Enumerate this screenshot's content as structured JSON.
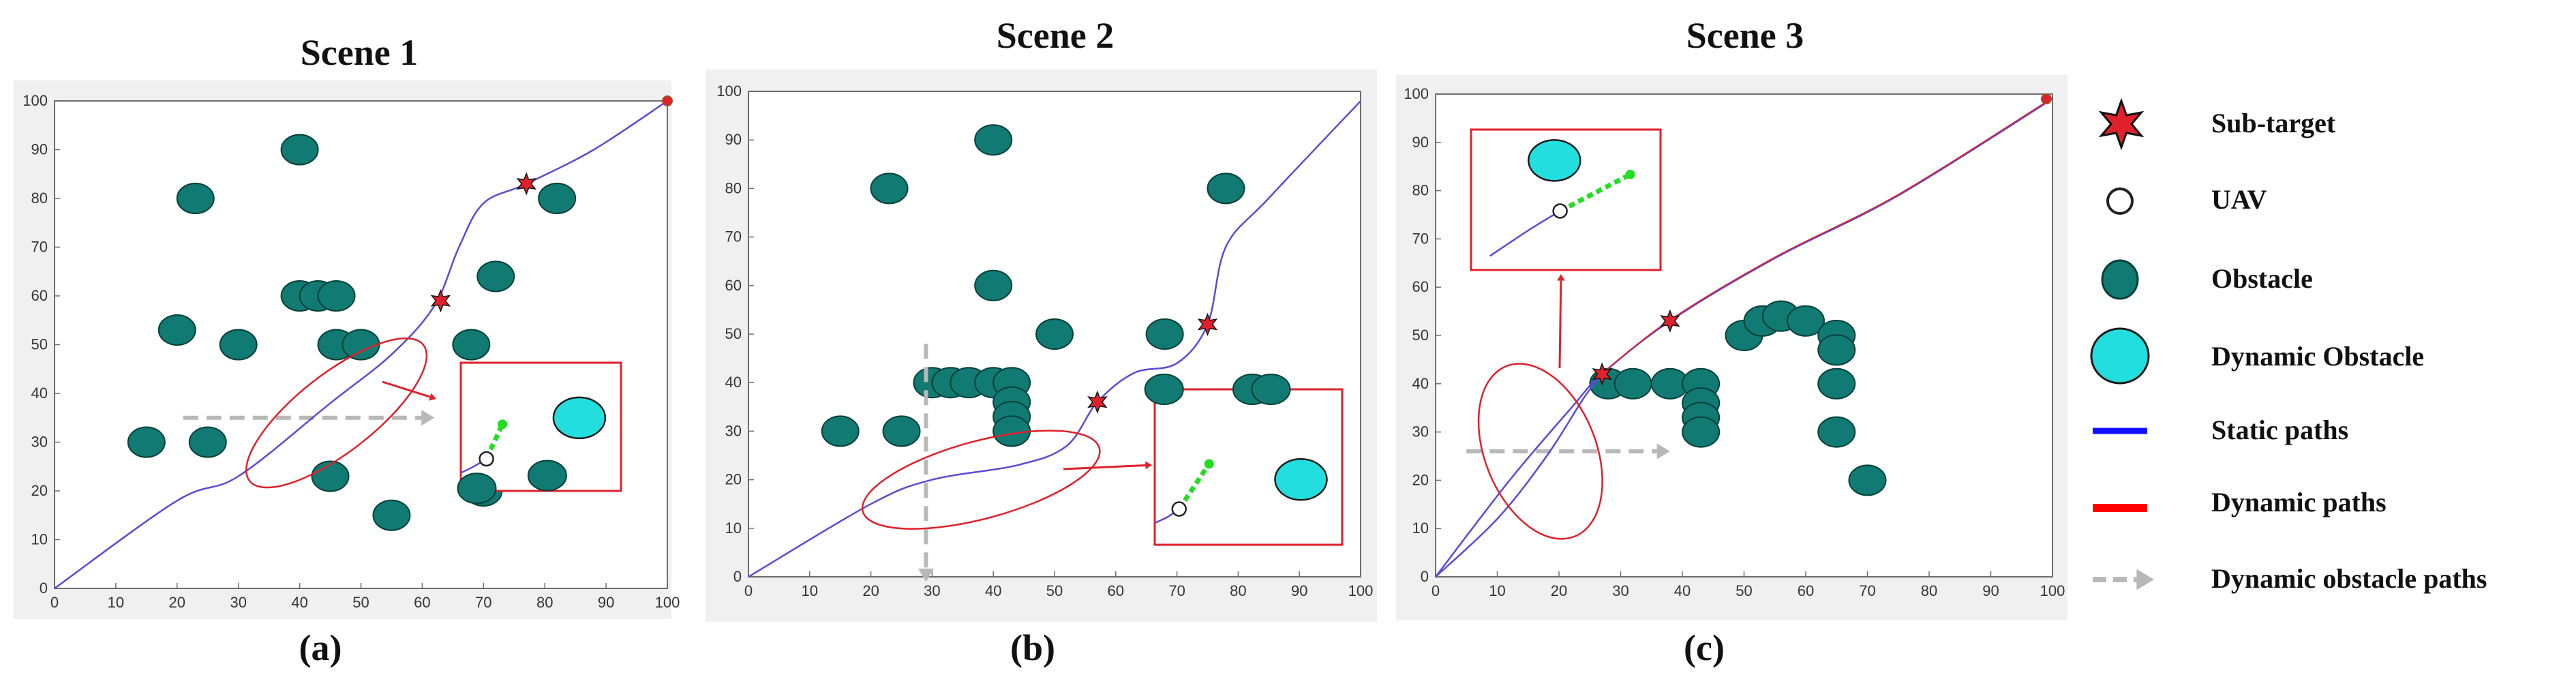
{
  "colors": {
    "obstacle_fill": "#117a72",
    "obstacle_stroke": "#05403c",
    "dynamic_obstacle_fill": "#22dede",
    "dynamic_obstacle_stroke": "#1a1a1a",
    "static_path": "#5a4ad8",
    "dynamic_path": "#e0202a",
    "dynamic_obstacle_path": "#b8b8b8",
    "subtarget": "#e0202a",
    "uav_stroke": "#222222",
    "highlight": "#e0202a",
    "local_motion": "#22dd22",
    "legend_static_path": "#1010ff",
    "legend_dynamic_path": "#ff0000"
  },
  "legend": {
    "items": [
      {
        "key": "subtarget",
        "label": "Sub-target"
      },
      {
        "key": "uav",
        "label": "UAV"
      },
      {
        "key": "obstacle",
        "label": "Obstacle"
      },
      {
        "key": "dynamic_obstacle",
        "label": "Dynamic Obstacle"
      },
      {
        "key": "static_path",
        "label": "Static paths"
      },
      {
        "key": "dynamic_path",
        "label": "Dynamic paths"
      },
      {
        "key": "dynamic_obstacle_path",
        "label": "Dynamic obstacle paths"
      }
    ]
  },
  "chart_data": [
    {
      "type": "scatter",
      "title": "Scene 1",
      "caption": "(a)",
      "xlim": [
        0,
        100
      ],
      "ylim": [
        0,
        100
      ],
      "xticks": [
        "0",
        "10",
        "20",
        "30",
        "40",
        "50",
        "60",
        "70",
        "80",
        "90",
        "100"
      ],
      "yticks": [
        "0",
        "10",
        "20",
        "30",
        "40",
        "50",
        "60",
        "70",
        "80",
        "90",
        "100"
      ],
      "grid": false,
      "obstacles": [
        [
          40,
          90
        ],
        [
          23,
          80
        ],
        [
          40,
          60
        ],
        [
          43,
          60
        ],
        [
          46,
          60
        ],
        [
          20,
          53
        ],
        [
          30,
          50
        ],
        [
          46,
          50
        ],
        [
          50,
          50
        ],
        [
          72,
          64
        ],
        [
          68,
          50
        ],
        [
          15,
          30
        ],
        [
          25,
          30
        ],
        [
          45,
          23
        ],
        [
          55,
          15
        ],
        [
          70,
          20
        ],
        [
          82,
          80
        ]
      ],
      "path": [
        [
          0,
          0
        ],
        [
          20,
          18
        ],
        [
          30,
          23
        ],
        [
          45,
          38
        ],
        [
          55,
          48
        ],
        [
          62,
          58
        ],
        [
          66,
          70
        ],
        [
          70,
          79
        ],
        [
          77,
          83
        ],
        [
          88,
          90
        ],
        [
          100,
          100
        ]
      ],
      "subtargets": [
        [
          63,
          59
        ],
        [
          77,
          83
        ]
      ],
      "end_marker": [
        100,
        100
      ],
      "obstacle_motion_arrow": {
        "from": [
          21,
          35
        ],
        "to": [
          62,
          35
        ]
      },
      "highlight_ellipse": {
        "center": [
          46,
          36
        ],
        "rx": 18,
        "ry": 8,
        "angle_deg": 38
      },
      "inset": {
        "xlim": [
          0,
          100
        ],
        "ylim": [
          0,
          100
        ],
        "uav": [
          16,
          25
        ],
        "path_segment": [
          [
            0,
            14
          ],
          [
            8,
            19
          ],
          [
            16,
            25
          ]
        ],
        "motion_segment": [
          [
            16,
            25
          ],
          [
            26,
            52
          ]
        ],
        "dynamic_obstacle": [
          74,
          57
        ],
        "obstacles": [
          [
            54,
            12
          ],
          [
            10,
            2
          ]
        ]
      }
    },
    {
      "type": "scatter",
      "title": "Scene 2",
      "caption": "(b)",
      "xlim": [
        0,
        100
      ],
      "ylim": [
        0,
        100
      ],
      "xticks": [
        "0",
        "10",
        "20",
        "30",
        "40",
        "50",
        "60",
        "70",
        "80",
        "90",
        "100"
      ],
      "yticks": [
        "0",
        "10",
        "20",
        "30",
        "40",
        "50",
        "60",
        "70",
        "80",
        "90",
        "100"
      ],
      "grid": false,
      "obstacles": [
        [
          40,
          90
        ],
        [
          23,
          80
        ],
        [
          78,
          80
        ],
        [
          40,
          60
        ],
        [
          50,
          50
        ],
        [
          68,
          50
        ],
        [
          30,
          40
        ],
        [
          33,
          40
        ],
        [
          36,
          40
        ],
        [
          40,
          40
        ],
        [
          43,
          40
        ],
        [
          43,
          36
        ],
        [
          43,
          33
        ],
        [
          43,
          30
        ],
        [
          15,
          30
        ],
        [
          25,
          30
        ]
      ],
      "path": [
        [
          0,
          0
        ],
        [
          20,
          15
        ],
        [
          30,
          20
        ],
        [
          44,
          23
        ],
        [
          52,
          27
        ],
        [
          57,
          36
        ],
        [
          63,
          42
        ],
        [
          70,
          44
        ],
        [
          75,
          52
        ],
        [
          78,
          68
        ],
        [
          85,
          78
        ],
        [
          100,
          98
        ]
      ],
      "subtargets": [
        [
          57,
          36
        ],
        [
          75,
          52
        ]
      ],
      "end_marker": null,
      "obstacle_motion_arrow": {
        "from": [
          29,
          48
        ],
        "to": [
          29,
          -1
        ]
      },
      "highlight_ellipse": {
        "center": [
          38,
          20
        ],
        "rx": 20,
        "ry": 8,
        "angle_deg": 15
      },
      "inset": {
        "xlim": [
          0,
          100
        ],
        "ylim": [
          0,
          100
        ],
        "uav": [
          13,
          23
        ],
        "path_segment": [
          [
            0,
            14
          ],
          [
            7,
            18
          ],
          [
            13,
            23
          ]
        ],
        "motion_segment": [
          [
            13,
            23
          ],
          [
            29,
            52
          ]
        ],
        "dynamic_obstacle": [
          78,
          42
        ],
        "obstacles": [
          [
            5,
            100
          ],
          [
            52,
            100
          ],
          [
            62,
            100
          ]
        ]
      }
    },
    {
      "type": "scatter",
      "title": "Scene 3",
      "caption": "(c)",
      "xlim": [
        0,
        100
      ],
      "ylim": [
        0,
        100
      ],
      "xticks": [
        "0",
        "10",
        "20",
        "30",
        "40",
        "50",
        "60",
        "70",
        "80",
        "90",
        "100"
      ],
      "yticks": [
        "0",
        "10",
        "20",
        "30",
        "40",
        "50",
        "60",
        "70",
        "80",
        "90",
        "100"
      ],
      "grid": false,
      "obstacles": [
        [
          28,
          40
        ],
        [
          32,
          40
        ],
        [
          38,
          40
        ],
        [
          43,
          40
        ],
        [
          43,
          36
        ],
        [
          43,
          33
        ],
        [
          43,
          30
        ],
        [
          50,
          50
        ],
        [
          53,
          53
        ],
        [
          56,
          54
        ],
        [
          60,
          53
        ],
        [
          65,
          50
        ],
        [
          65,
          47
        ],
        [
          65,
          40
        ],
        [
          65,
          30
        ],
        [
          70,
          20
        ]
      ],
      "path": [
        [
          0,
          0
        ],
        [
          12,
          20
        ],
        [
          22,
          35
        ],
        [
          27,
          42
        ],
        [
          38,
          53
        ],
        [
          55,
          66
        ],
        [
          75,
          79
        ],
        [
          100,
          99
        ]
      ],
      "path_offset": [
        [
          0,
          0
        ],
        [
          10,
          12
        ],
        [
          18,
          25
        ],
        [
          24,
          37
        ],
        [
          27,
          42
        ]
      ],
      "subtargets": [
        [
          27,
          42
        ],
        [
          38,
          53
        ]
      ],
      "end_marker": [
        99,
        99
      ],
      "obstacle_motion_arrow": {
        "from": [
          5,
          26
        ],
        "to": [
          38,
          26
        ]
      },
      "highlight_ellipse": {
        "center": [
          17,
          26
        ],
        "rx": 9,
        "ry": 19,
        "angle_deg": 22
      },
      "inset": {
        "xlim": [
          0,
          100
        ],
        "ylim": [
          0,
          100
        ],
        "uav": [
          47,
          42
        ],
        "path_segment": [
          [
            10,
            10
          ],
          [
            30,
            28
          ],
          [
            47,
            42
          ]
        ],
        "motion_segment": [
          [
            47,
            42
          ],
          [
            84,
            68
          ]
        ],
        "dynamic_obstacle": [
          44,
          78
        ],
        "obstacles": []
      }
    }
  ]
}
